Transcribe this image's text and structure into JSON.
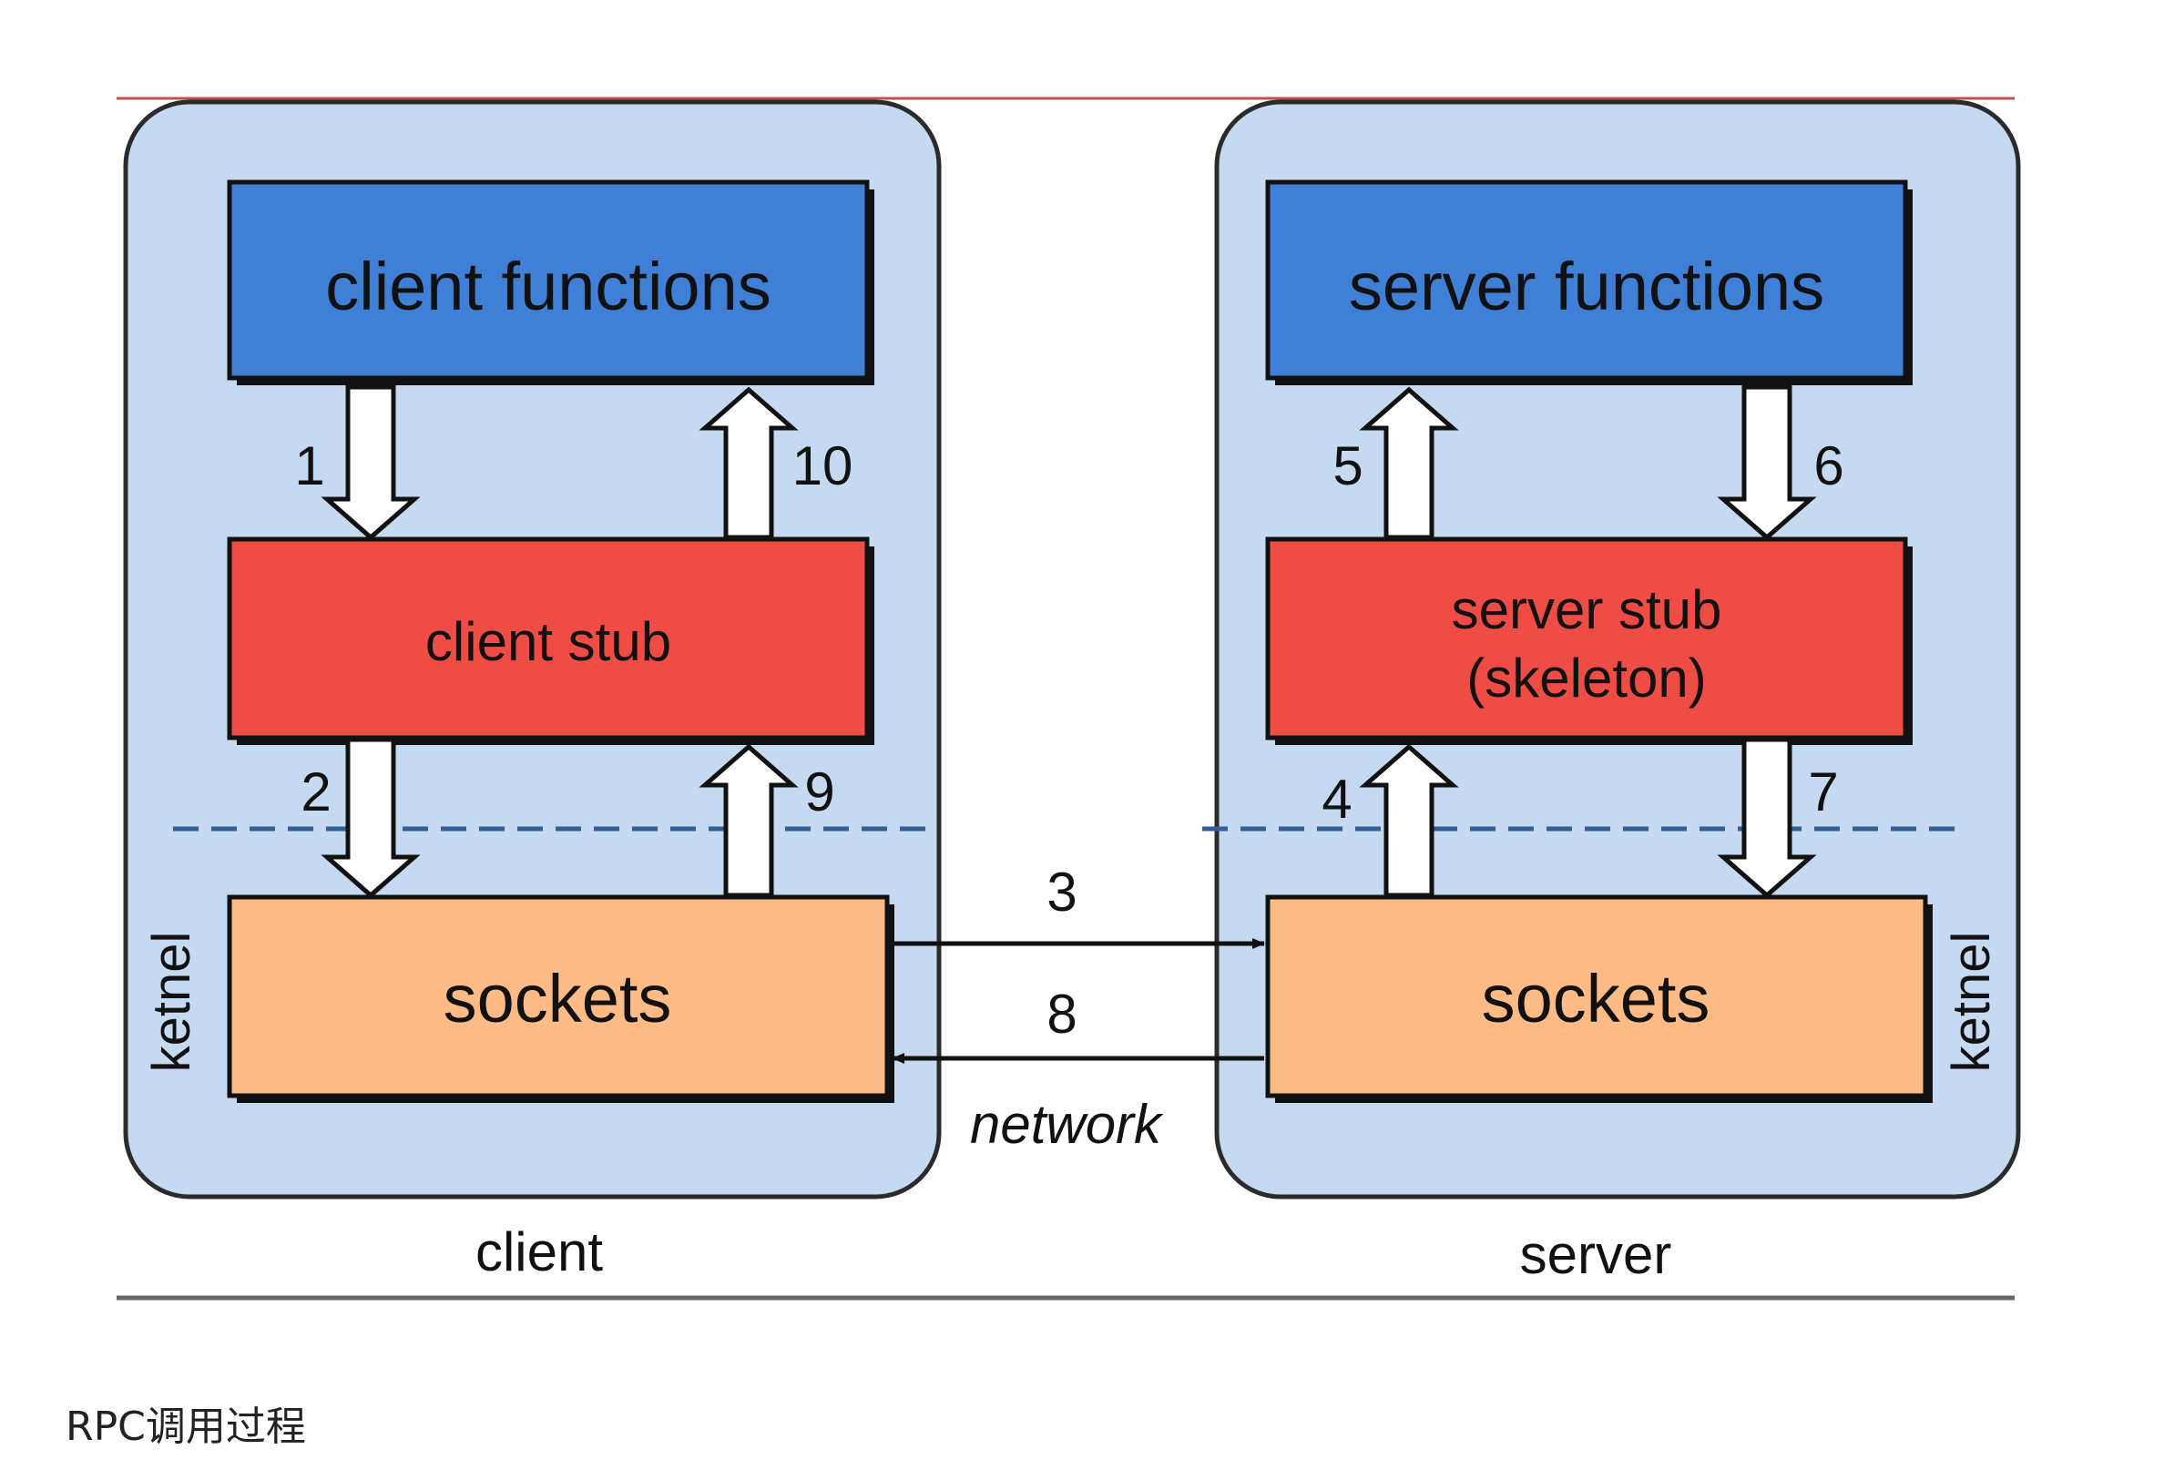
{
  "diagram": {
    "client": {
      "label": "client",
      "kernel_label": "ketnel",
      "functions": "client functions",
      "stub": "client stub",
      "sockets": "sockets"
    },
    "server": {
      "label": "server",
      "kernel_label": "ketnel",
      "functions": "server functions",
      "stub_line1": "server stub",
      "stub_line2": "(skeleton)",
      "sockets": "sockets"
    },
    "network_label": "network",
    "steps": {
      "s1": "1",
      "s2": "2",
      "s3": "3",
      "s4": "4",
      "s5": "5",
      "s6": "6",
      "s7": "7",
      "s8": "8",
      "s9": "9",
      "s10": "10"
    },
    "colors": {
      "panel_fill": "#c5daf0",
      "functions_fill": "#3f7fd6",
      "stub_fill": "#ee4c44",
      "sockets_fill": "#ffbb86",
      "kernel_line": "#2e5f98"
    }
  },
  "caption": "RPC调用过程"
}
